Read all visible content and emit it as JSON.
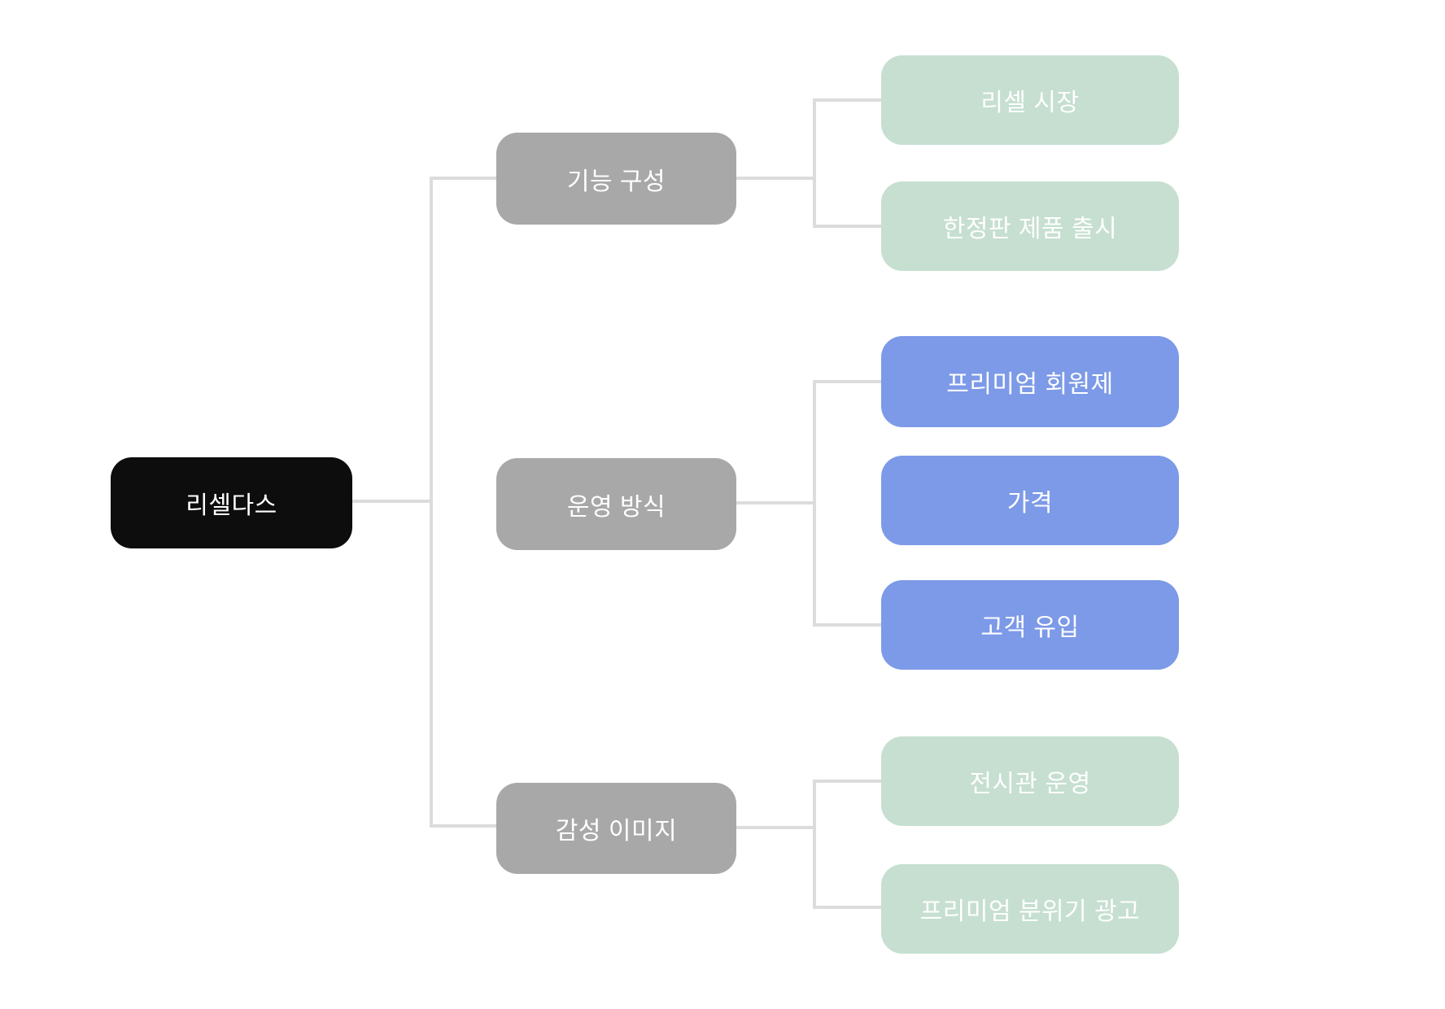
{
  "diagram": {
    "type": "mindmap",
    "colors": {
      "canvas_bg": "#ffffff",
      "root_bg": "#0d0d0d",
      "branch_bg": "#a8a8a8",
      "green_bg": "#c6dfd1",
      "blue_bg": "#7d9ae8",
      "node_text": "#ffffff",
      "line": "#dcdcdc"
    },
    "root": {
      "label": "리셀다스"
    },
    "branches": [
      {
        "label": "기능 구성",
        "children": [
          {
            "label": "리셀 시장",
            "color": "green"
          },
          {
            "label": "한정판 제품 출시",
            "color": "green"
          }
        ]
      },
      {
        "label": "운영 방식",
        "children": [
          {
            "label": "프리미엄 회원제",
            "color": "blue"
          },
          {
            "label": "가격",
            "color": "blue"
          },
          {
            "label": "고객 유입",
            "color": "blue"
          }
        ]
      },
      {
        "label": "감성 이미지",
        "children": [
          {
            "label": "전시관 운영",
            "color": "green"
          },
          {
            "label": "프리미엄 분위기 광고",
            "color": "green"
          }
        ]
      }
    ]
  }
}
